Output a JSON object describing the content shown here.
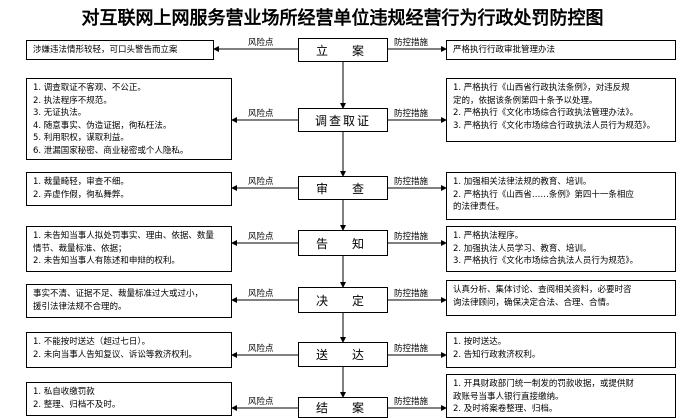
{
  "title": "对互联网上网服务营业场所经营单位违规经营行为行政处罚防控图",
  "labels": {
    "risk": "风险点",
    "prevention": "防控措施"
  },
  "steps": [
    {
      "name": "立　案",
      "risk": [
        "涉嫌违法情形较轻，可口头警告而立案"
      ],
      "prevention": [
        "严格执行行政审批管理办法"
      ]
    },
    {
      "name": "调查取证",
      "risk": [
        "1. 调查取证不客观、不公正。",
        "2. 执法程序不规范。",
        "3. 无证执法。",
        "4. 随意事实、伪造证据，徇私枉法。",
        "5. 利用职权，谋取利益。",
        "6. 泄漏国家秘密、商业秘密或个人隐私。"
      ],
      "prevention": [
        "1. 严格执行《山西省行政执法条例》，对违反规",
        "定的，依据该条例第四十条予以处理。",
        "2. 严格执行《文化市场综合行政执法管理办法》。",
        "3. 严格执行《文化市场综合行政执法人员行为规范》。"
      ]
    },
    {
      "name": "审　查",
      "risk": [
        "1. 裁量畸轻，审查不细。",
        "2. 弄虚作假，徇私舞弊。"
      ],
      "prevention": [
        "1. 加强相关法律法规的教育、培训。",
        "2. 严格执行《山西省……条例》第四十一条相应",
        "的法律责任。"
      ]
    },
    {
      "name": "告　知",
      "risk": [
        "1. 未告知当事人拟处罚事实、理由、依据、数量",
        "情节、裁量标准、依据；",
        "2. 未告知当事人有陈述和申辩的权利。"
      ],
      "prevention": [
        "1. 严格执法程序。",
        "2. 加强执法人员学习、教育、培训。",
        "3. 严格执行《文化市场综合执法人员行为规范》。"
      ]
    },
    {
      "name": "决　定",
      "risk": [
        "事实不清、证据不足、裁量标准过大或过小，",
        "援引法律法规不合理的。"
      ],
      "prevention": [
        "认真分析、集体讨论、查阅相关资料，必要时咨",
        "询法律顾问，确保决定合法、合理、合情。"
      ]
    },
    {
      "name": "送　达",
      "risk": [
        "1. 不能按时送达（超过七日）。",
        "2. 未向当事人告知复议、诉讼等救济权利。"
      ],
      "prevention": [
        "1. 按时送达。",
        "2. 告知行政救济权利。"
      ]
    },
    {
      "name": "结　案",
      "risk": [
        "1. 私自收缴罚款",
        "2. 整理、归档不及时。"
      ],
      "prevention": [
        "1. 开具财政部门统一制发的罚款收据，或提供财",
        "政账号当事人银行直接缴纳。",
        "2. 及时将案卷整理、归档。"
      ]
    }
  ]
}
